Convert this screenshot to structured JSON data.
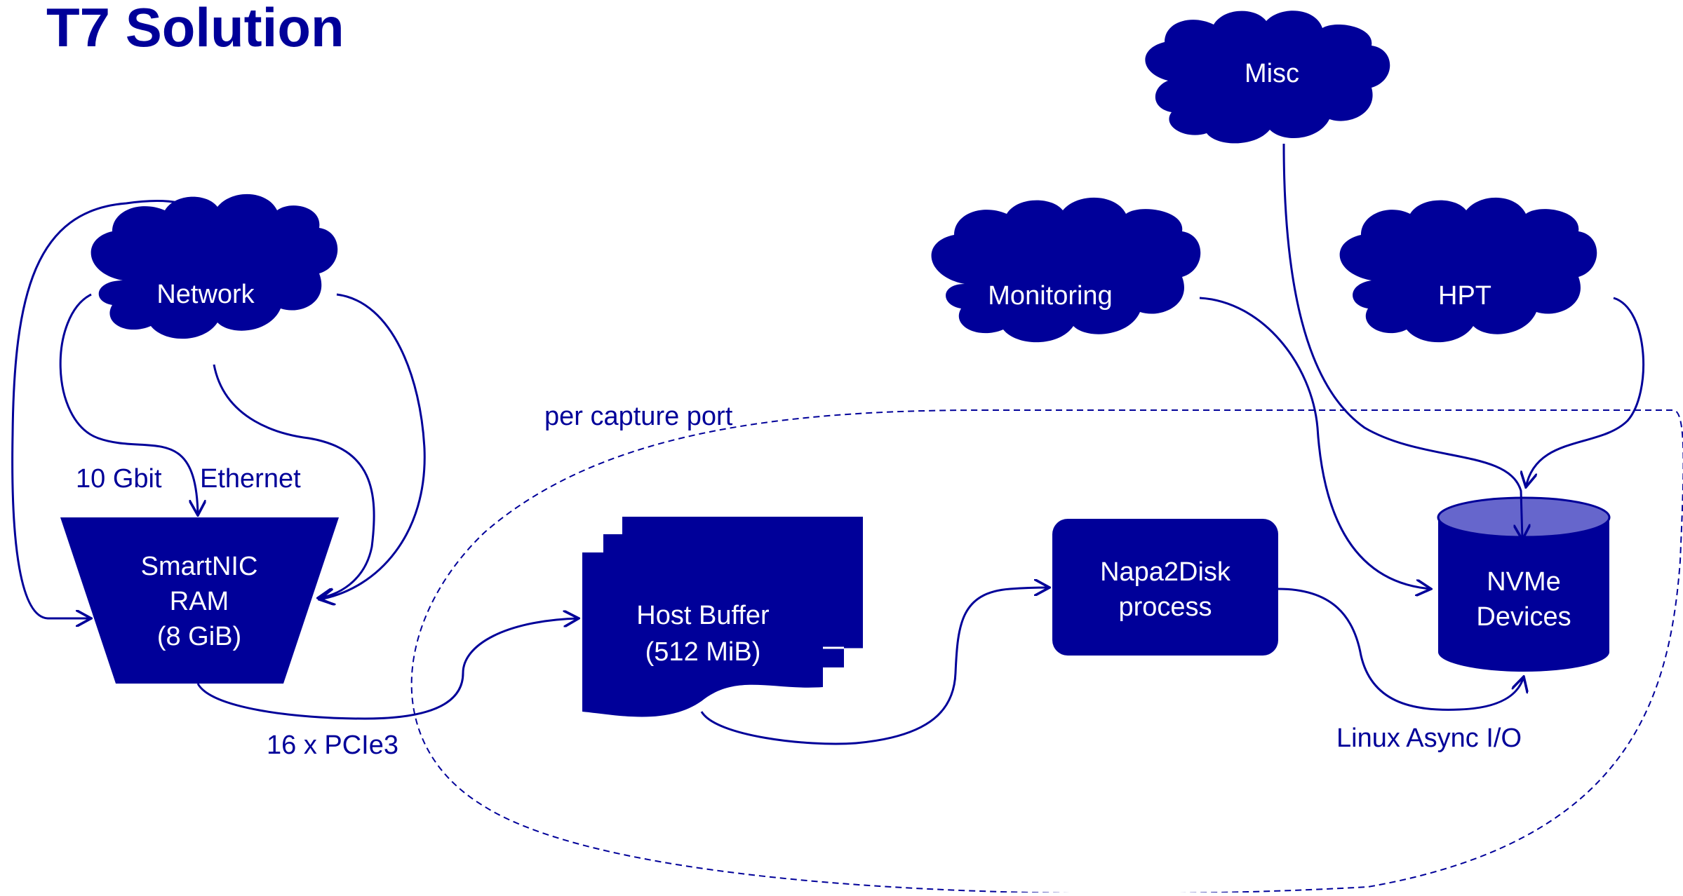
{
  "page": {
    "title": "T7 Solution"
  },
  "colors": {
    "primary": "#000099",
    "cylinder_top": "#6666cc",
    "background": "#ffffff"
  },
  "nodes": {
    "network": "Network",
    "monitoring": "Monitoring",
    "misc": "Misc",
    "hpt": "HPT",
    "smartnic": [
      "SmartNIC",
      "RAM",
      "(8 GiB)"
    ],
    "host_buffer": [
      "Host Buffer",
      "(512 MiB)"
    ],
    "napa": [
      "Napa2Disk",
      "process"
    ],
    "nvme": [
      "NVMe",
      "Devices"
    ]
  },
  "labels": {
    "ten_gbit": "10 Gbit",
    "ethernet": "Ethernet",
    "pcie": "16 x PCIe3",
    "per_capture_port": "per capture port",
    "linux_aio": "Linux Async I/O"
  }
}
